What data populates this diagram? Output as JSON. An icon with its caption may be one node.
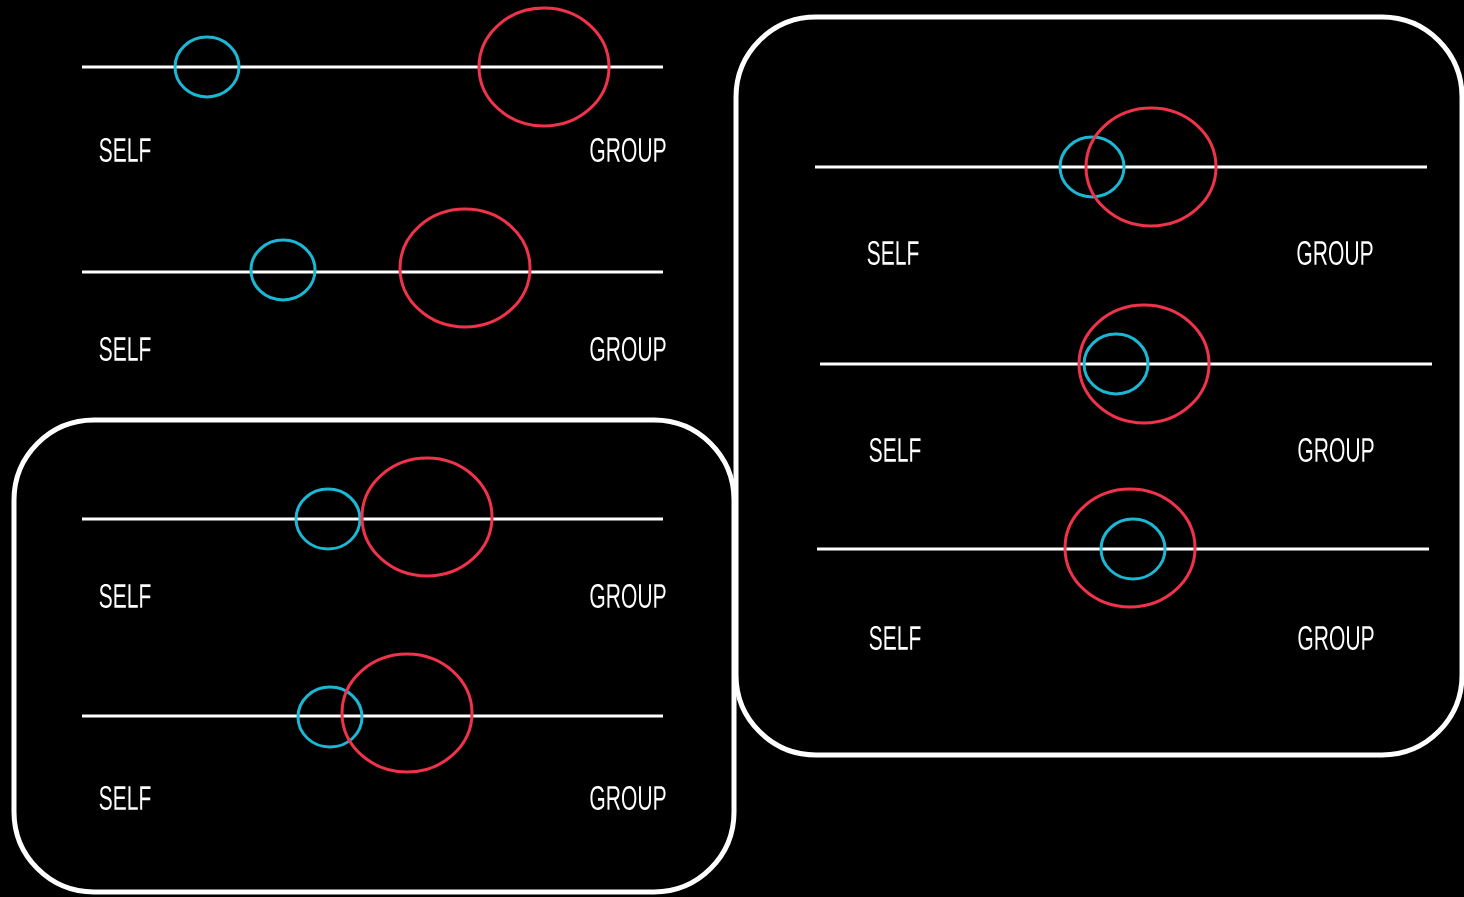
{
  "diagram": {
    "nodes": [
      {
        "text": [],
        "shape": "circle"
      },
      {
        "text": [],
        "shape": "circle"
      },
      {
        "text": [],
        "shape": "circle"
      },
      {
        "text": [],
        "shape": "circle"
      },
      {
        "text": [],
        "shape": "box"
      },
      {
        "text": [],
        "shape": "circle",
        "in": 4
      },
      {
        "text": [],
        "shape": "circle",
        "in": 4
      },
      {
        "text": [],
        "shape": "circle",
        "in": 4
      },
      {
        "text": [],
        "shape": "circle",
        "in": 4
      },
      {
        "text": [],
        "shape": "box"
      },
      {
        "text": [],
        "shape": "circle",
        "in": 9
      },
      {
        "text": [],
        "shape": "circle",
        "in": 9
      },
      {
        "text": [],
        "shape": "circle",
        "in": 9
      },
      {
        "text": [],
        "shape": "circle",
        "in": 12
      },
      {
        "text": [],
        "shape": "circle",
        "in": 9
      },
      {
        "text": [],
        "shape": "circle",
        "in": 14
      }
    ],
    "labels": [
      "SELF",
      "GROUP",
      "SELF",
      "GROUP",
      "SELF",
      "GROUP",
      "SELF",
      "GROUP",
      "SELF",
      "GROUP",
      "SELF",
      "GROUP",
      "SELF",
      "GROUP"
    ]
  }
}
